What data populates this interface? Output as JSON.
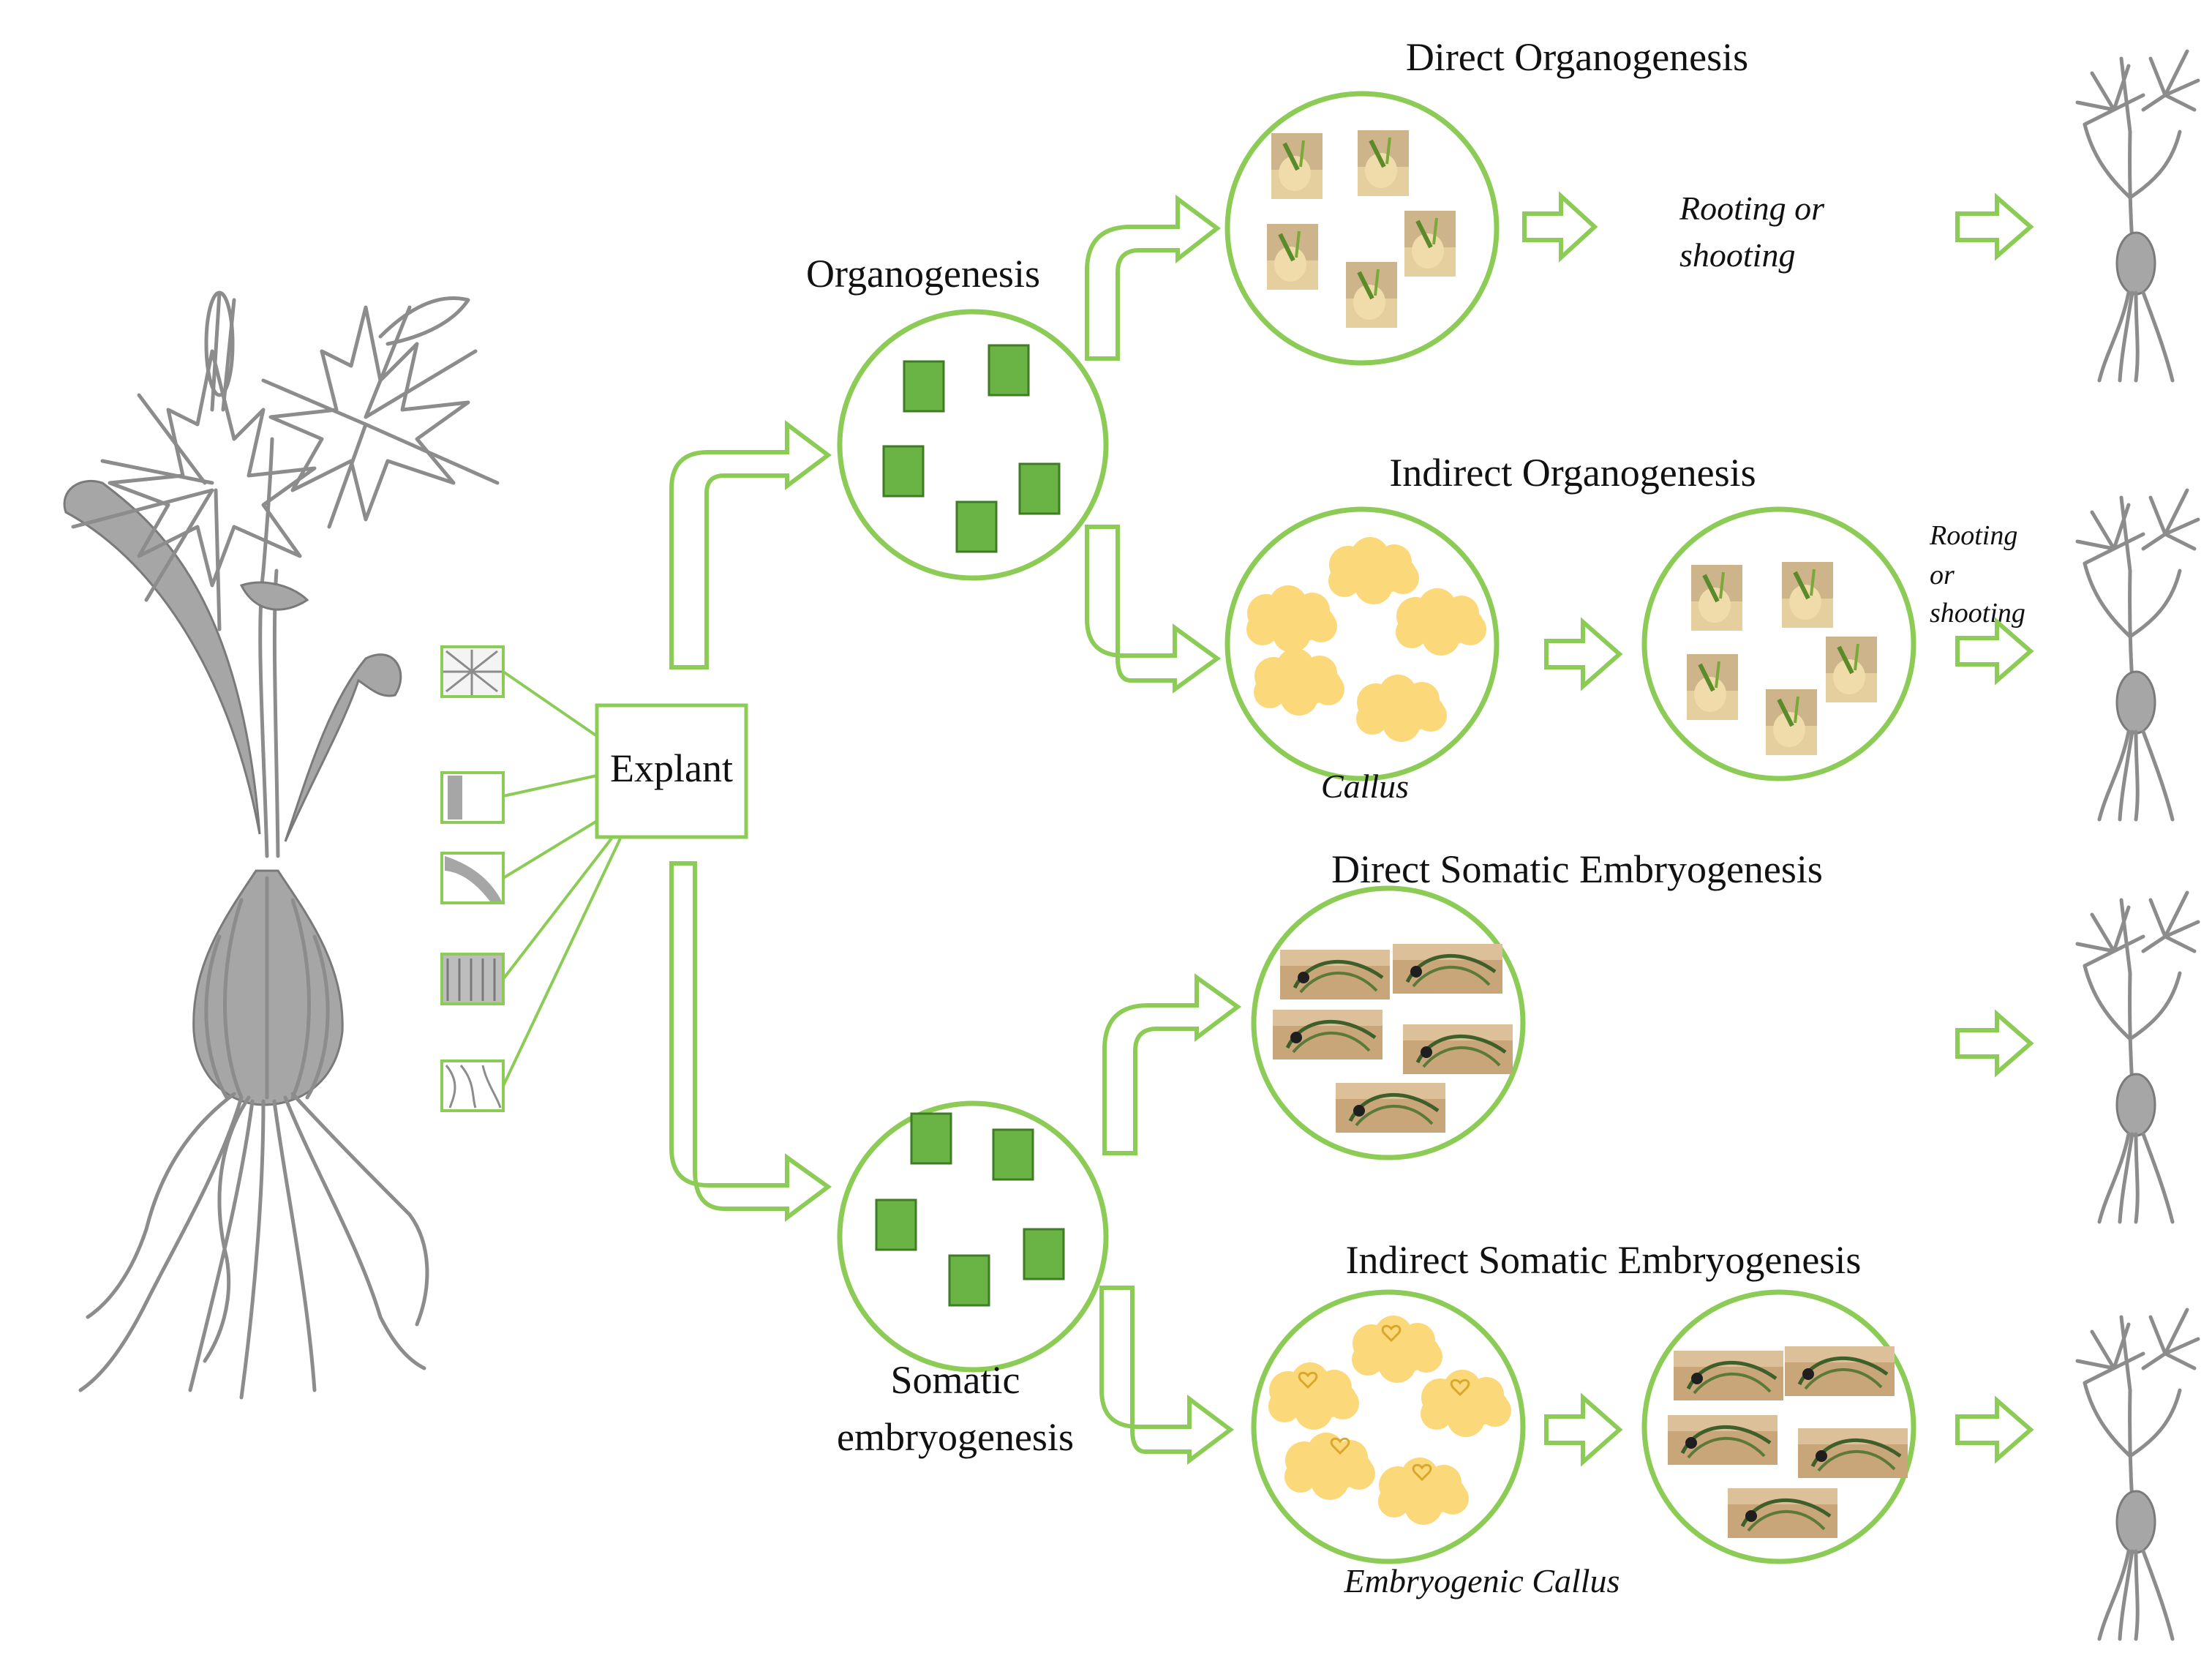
{
  "labels": {
    "explant": "Explant",
    "organogenesis": "Organogenesis",
    "somatic_line1": "Somatic",
    "somatic_line2": "embryogenesis",
    "direct_organogenesis": "Direct Organogenesis",
    "indirect_organogenesis": "Indirect Organogenesis",
    "direct_somatic": "Direct Somatic Embryogenesis",
    "indirect_somatic": "Indirect Somatic Embryogenesis",
    "rooting1_line1": "Rooting or",
    "rooting1_line2": "shooting",
    "rooting2_line1": "Rooting",
    "rooting2_line2": "or",
    "rooting2_line3": "shooting",
    "callus": "Callus",
    "embryogenic_callus": "Embryogenic Callus"
  },
  "colors": {
    "accent_green": "#8ccc56",
    "tissue_green": "#6ab446",
    "callus_yellow": "#fbd87a",
    "plant_grey": "#a6a6a6",
    "shoot_tan": "#cdb48a",
    "embryo_tan": "#c9a57a"
  }
}
